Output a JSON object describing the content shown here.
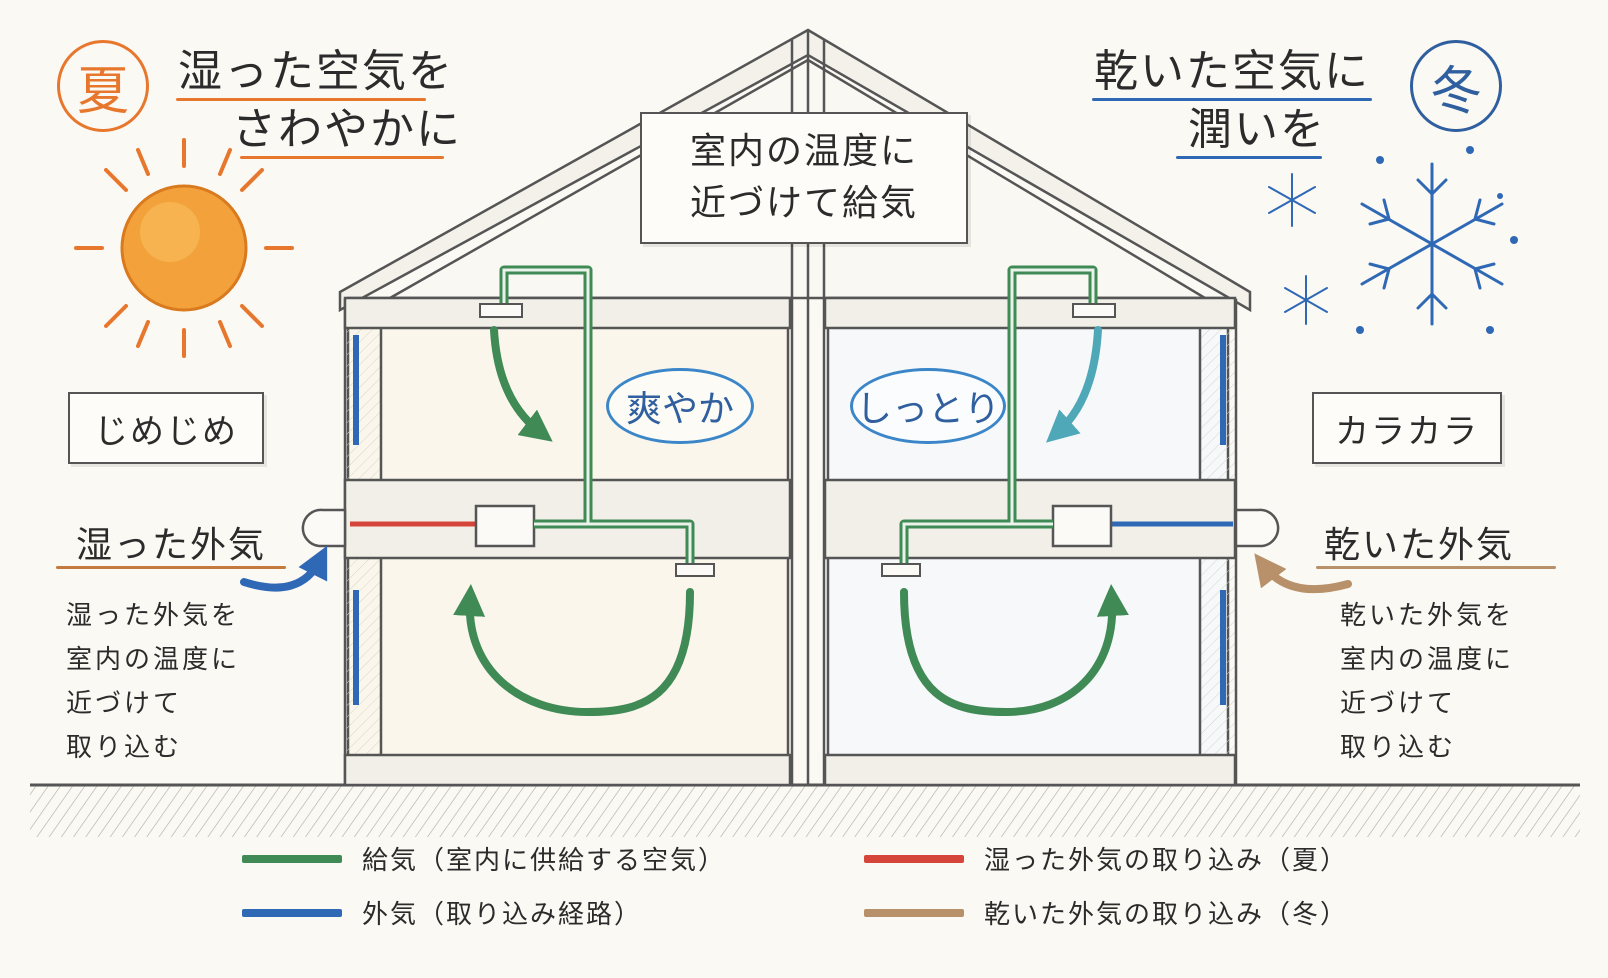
{
  "center_label": {
    "line1": "室内の温度に",
    "line2": "近づけて給気"
  },
  "summer": {
    "season_char": "夏",
    "headline_line1": "湿った空気を",
    "headline_line2": "さわやかに",
    "humidity_box": "じめじめ",
    "outdoor_air_heading": "湿った外気",
    "note_lines": [
      "湿った外気を",
      "室内の温度に",
      "近づけて",
      "取り込む"
    ],
    "room_feel": "爽やか"
  },
  "winter": {
    "season_char": "冬",
    "headline_line1": "乾いた空気に",
    "headline_line2": "潤いを",
    "humidity_box": "カラカラ",
    "outdoor_air_heading": "乾いた外気",
    "note_lines": [
      "乾いた外気を",
      "室内の温度に",
      "近づけて",
      "取り込む"
    ],
    "room_feel": "しっとり"
  },
  "legend": [
    {
      "label": "給気（室内に供給する空気）",
      "color": "#3f8a55"
    },
    {
      "label": "外気（取り込み経路）",
      "color": "#2f68b5"
    },
    {
      "label": "湿った外気の取り込み（夏）",
      "color": "#d6453a"
    },
    {
      "label": "乾いた外気の取り込み（冬）",
      "color": "#b8916a"
    }
  ],
  "colors": {
    "summer_accent": "#e8772e",
    "winter_accent": "#2f5f9e",
    "supply_air": "#3f8a55",
    "outdoor_air": "#2f68b5",
    "humid_intake": "#d6453a",
    "dry_intake": "#b8916a"
  },
  "icons": {
    "sun": "sun-icon",
    "snowflake": "snowflake-icon",
    "humid_arrow": "blue-curved-arrow-icon",
    "dry_arrow": "tan-curved-arrow-icon"
  }
}
